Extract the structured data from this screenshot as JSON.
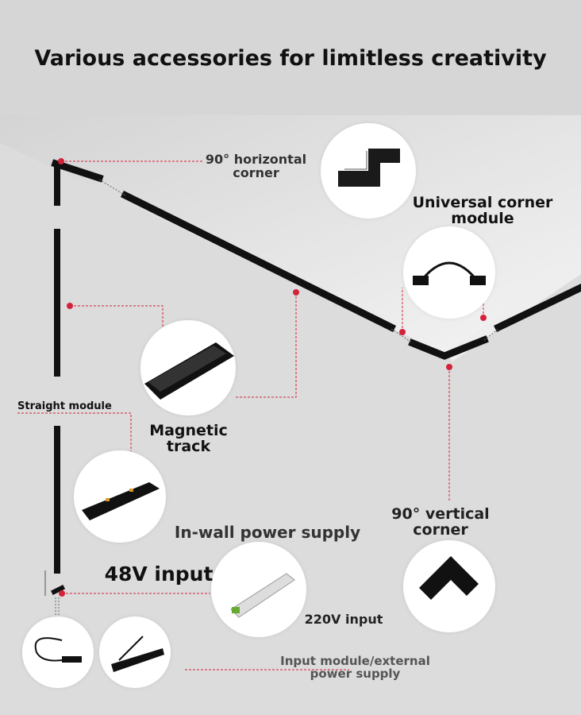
{
  "title": "Various accessories for limitless creativity",
  "labels": {
    "horizontal_corner": "90° horizontal corner",
    "universal_corner": "Universal corner module",
    "magnetic_track": "Magnetic track",
    "straight_module": "Straight module",
    "in_wall_power": "In-wall power supply",
    "input_48v": "48V input",
    "input_220v": "220V input",
    "vertical_corner": "90° vertical corner",
    "input_module": "Input module/external power supply"
  },
  "colors": {
    "accent": "#d3223a",
    "track": "#111111",
    "background": "#dcdcdc"
  }
}
